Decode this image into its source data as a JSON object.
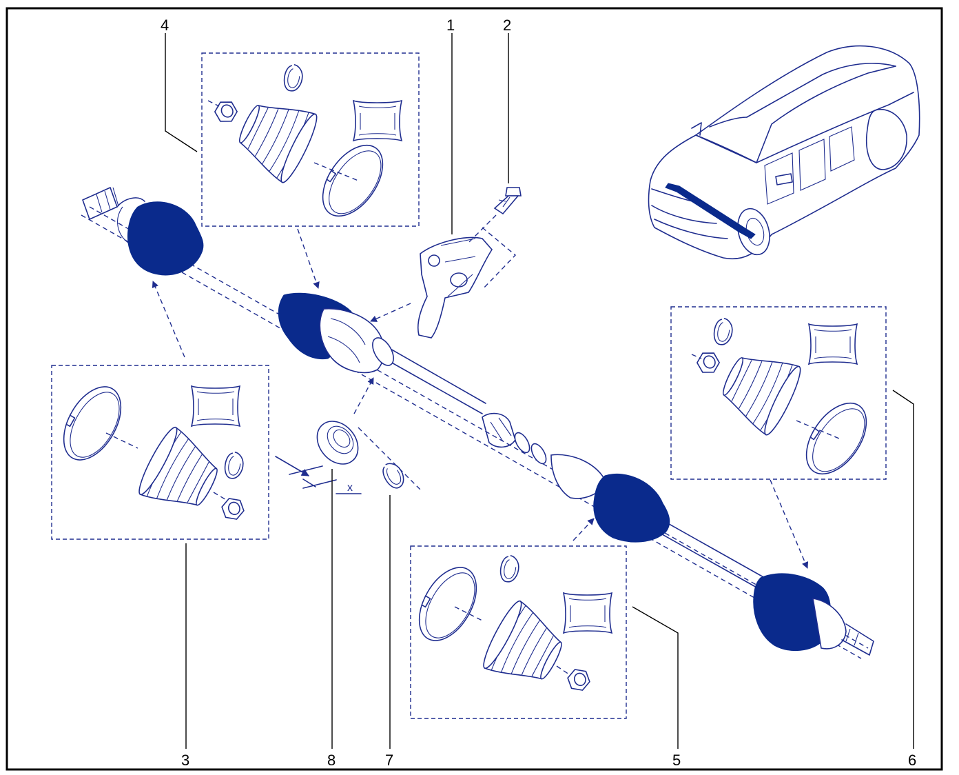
{
  "diagram": {
    "callouts": [
      {
        "id": "1",
        "label": "1"
      },
      {
        "id": "2",
        "label": "2"
      },
      {
        "id": "3",
        "label": "3"
      },
      {
        "id": "4",
        "label": "4"
      },
      {
        "id": "5",
        "label": "5"
      },
      {
        "id": "6",
        "label": "6"
      },
      {
        "id": "7",
        "label": "7"
      },
      {
        "id": "8",
        "label": "8"
      }
    ],
    "dimension_label": "x",
    "colors": {
      "ink": "#1f2d8f",
      "fill": "#0a2a8c",
      "border": "#000000"
    }
  }
}
